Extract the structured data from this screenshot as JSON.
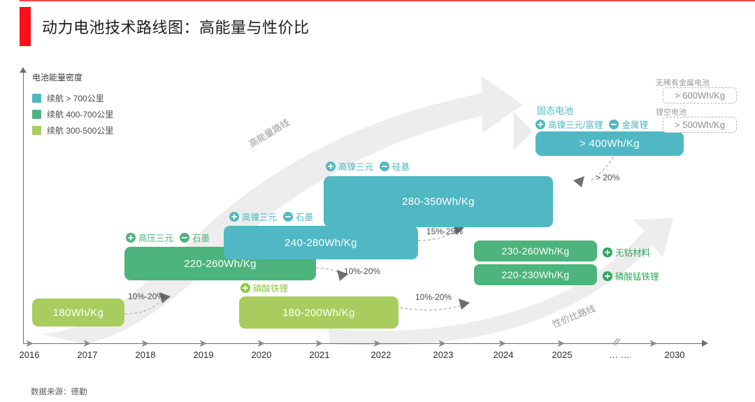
{
  "header": {
    "title": "动力电池技术路线图：高能量与性价比",
    "accent_color": "#fb0f1b"
  },
  "axes": {
    "y_label": "电池能量密度",
    "years": [
      "2016",
      "2017",
      "2018",
      "2019",
      "2020",
      "2021",
      "2022",
      "2023",
      "2024",
      "2025",
      "… …",
      "2030"
    ]
  },
  "legend": {
    "items": [
      {
        "label": "续航 > 700公里",
        "color": "#4fb8c4"
      },
      {
        "label": "续航 400-700公里",
        "color": "#4cb47c"
      },
      {
        "label": "续航 300-500公里",
        "color": "#a8cd5e"
      }
    ]
  },
  "routes": {
    "energy": "高能量路线",
    "value": "性价比路线"
  },
  "boxes": {
    "b2016": {
      "value": "180Wh/Kg",
      "color": "#a8cd5e"
    },
    "b2018": {
      "value": "220-260Wh/Kg",
      "color": "#4cb47c"
    },
    "b2019": {
      "value": "240-280Wh/Kg",
      "color": "#4fb8c4"
    },
    "b2021": {
      "value": "280-350Wh/Kg",
      "color": "#4fb8c4"
    },
    "b2020_lfp": {
      "value": "180-200Wh/Kg",
      "color": "#a8cd5e"
    },
    "b2024_a": {
      "value": "230-260Wh/Kg",
      "color": "#4cb47c"
    },
    "b2024_b": {
      "value": "220-230Wh/Kg",
      "color": "#4cb47c"
    },
    "b2025_solid": {
      "value": "> 400Wh/Kg",
      "color": "#4fb8c4"
    }
  },
  "tags": {
    "t2018": [
      {
        "sign": "plus",
        "label": "高压三元",
        "color": "#4cb47c"
      },
      {
        "sign": "minus",
        "label": "石墨",
        "color": "#4cb47c"
      }
    ],
    "t2019": [
      {
        "sign": "plus",
        "label": "高镍三元",
        "color": "#4fb8c4"
      },
      {
        "sign": "minus",
        "label": "石墨",
        "color": "#4fb8c4"
      }
    ],
    "t2021": [
      {
        "sign": "plus",
        "label": "高镍三元",
        "color": "#4fb8c4"
      },
      {
        "sign": "minus",
        "label": "硅基",
        "color": "#4fb8c4"
      }
    ],
    "t2020_lfp": [
      {
        "sign": "plus",
        "label": "磷酸铁锂",
        "color": "#8cc63f"
      }
    ],
    "t2025_solid": [
      {
        "sign": "plus",
        "label": "高镍三元/富锂",
        "color": "#4fb8c4"
      },
      {
        "sign": "minus",
        "label": "金属锂",
        "color": "#4fb8c4"
      }
    ],
    "t2024_a": [
      {
        "sign": "plus",
        "label": "无钴材料",
        "color": "#4cb47c"
      }
    ],
    "t2024_b": [
      {
        "sign": "plus",
        "label": "磷酸锰铁锂",
        "color": "#4cb47c"
      }
    ]
  },
  "section_heads": {
    "solid_state": "固态电池"
  },
  "future": [
    {
      "caption": "无稀有金属电池",
      "value": "> 600Wh/Kg"
    },
    {
      "caption": "锂空电池",
      "value": "> 500Wh/Kg"
    }
  ],
  "connectors": [
    {
      "id": "c1",
      "label": "10%-20%"
    },
    {
      "id": "c2",
      "label": "10%-20%"
    },
    {
      "id": "c3",
      "label": "15%-25%"
    },
    {
      "id": "c4",
      "label": "> 20%"
    },
    {
      "id": "c5",
      "label": "10%-20%"
    }
  ],
  "footer": {
    "source": "数据来源：德勤"
  },
  "chart_data": {
    "type": "timeline",
    "title": "动力电池技术路线图：高能量与性价比",
    "xlabel": "",
    "ylabel": "电池能量密度",
    "x": [
      "2016",
      "2017",
      "2018",
      "2019",
      "2020",
      "2021",
      "2022",
      "2023",
      "2024",
      "2025",
      "… …",
      "2030"
    ],
    "grid": false,
    "legend_position": "top-left",
    "series": [
      {
        "name": "续航 > 700公里",
        "color": "#4fb8c4",
        "points": [
          {
            "year_start": "2019",
            "year_end": "2021",
            "value": "240-280Wh/Kg",
            "additives": [
              "高镍三元"
            ],
            "removals": [
              "石墨"
            ]
          },
          {
            "year_start": "2021",
            "year_end": "2023",
            "value": "280-350Wh/Kg",
            "additives": [
              "高镍三元"
            ],
            "removals": [
              "硅基"
            ]
          },
          {
            "year_start": "2025",
            "year_end": "2030",
            "value": "> 400Wh/Kg",
            "additives": [
              "高镍三元/富锂"
            ],
            "removals": [
              "金属锂"
            ],
            "category": "固态电池"
          }
        ]
      },
      {
        "name": "续航 400-700公里",
        "color": "#4cb47c",
        "points": [
          {
            "year_start": "2018",
            "year_end": "2020",
            "value": "220-260Wh/Kg",
            "additives": [
              "高压三元"
            ],
            "removals": [
              "石墨"
            ]
          },
          {
            "year_start": "2024",
            "year_end": "2025",
            "value": "230-260Wh/Kg",
            "additives": [
              "无钴材料"
            ],
            "removals": []
          },
          {
            "year_start": "2024",
            "year_end": "2025",
            "value": "220-230Wh/Kg",
            "additives": [
              "磷酸锰铁锂"
            ],
            "removals": []
          }
        ]
      },
      {
        "name": "续航 300-500公里",
        "color": "#a8cd5e",
        "points": [
          {
            "year_start": "2016",
            "year_end": "2017",
            "value": "180Wh/Kg",
            "additives": [],
            "removals": []
          },
          {
            "year_start": "2020",
            "year_end": "2022",
            "value": "180-200Wh/Kg",
            "additives": [
              "磷酸铁锂"
            ],
            "removals": []
          }
        ]
      }
    ],
    "transitions": [
      "10%-20%",
      "10%-20%",
      "15%-25%",
      "> 20%",
      "10%-20%"
    ],
    "future_targets": [
      {
        "name": "无稀有金属电池",
        "value": "> 600Wh/Kg"
      },
      {
        "name": "锂空电池",
        "value": "> 500Wh/Kg"
      }
    ],
    "annotations": [
      "高能量路线",
      "性价比路线"
    ],
    "source": "数据来源：德勤"
  }
}
